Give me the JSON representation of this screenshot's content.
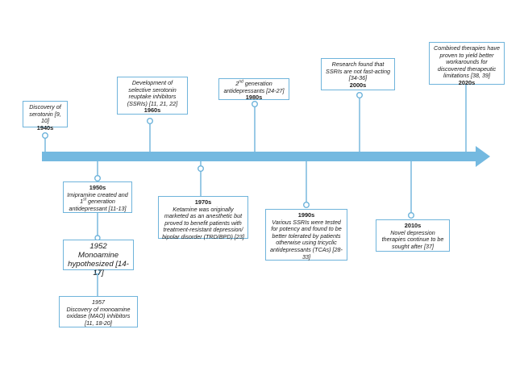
{
  "colors": {
    "arrow": "#74b9e0",
    "connector": "#6fb4db",
    "box_border": "#6fb4db"
  },
  "timeline": {
    "events_above": [
      {
        "id": "e1940",
        "decade": "1940s",
        "text": "Discovery of serotonin [9, 10]"
      },
      {
        "id": "e1960",
        "decade": "1960s",
        "text": "Development of selective serotonin reuptake inhibitors (SSRIs) [11, 21, 22]"
      },
      {
        "id": "e1980",
        "decade": "1980s",
        "text_sup": "nd",
        "text_pre": "2",
        "text_post": " generation antidepressants [24-27]"
      },
      {
        "id": "e2000",
        "decade": "2000s",
        "text": "Research found that SSRIs are not fast-acting [34-36]"
      },
      {
        "id": "e2020",
        "decade": "2020s",
        "text": "Combined therapies have proven to yield better workarounds for discovered therapeutic limitations [38, 39]"
      }
    ],
    "events_below": [
      {
        "id": "e1950",
        "decade": "1950s",
        "text_pre": "Imipramine created and 1",
        "text_sup": "st",
        "text_post": " generation antidepressant [11-13]"
      },
      {
        "id": "e1952",
        "year": "1952",
        "text": "Monoamine hypothesized [14-17]"
      },
      {
        "id": "e1957",
        "year": "1957",
        "text": "Discovery of monoamine oxidase (MAO) inhibitors [11, 18-20]"
      },
      {
        "id": "e1970",
        "decade": "1970s",
        "text": "Ketamine was originally marketed as an anesthetic but proved to benefit patients with treatment-resistant depression/ bipolar disorder (TRD/BPD) [23]"
      },
      {
        "id": "e1990",
        "decade": "1990s",
        "text": "Various SSRIs were tested for potency and found to be better tolerated by patients otherwise using tricyclic antidepressants (TCAs) [28-33]"
      },
      {
        "id": "e2010",
        "decade": "2010s",
        "text": "Novel depression therapies continue to be sought after [37]"
      }
    ]
  }
}
